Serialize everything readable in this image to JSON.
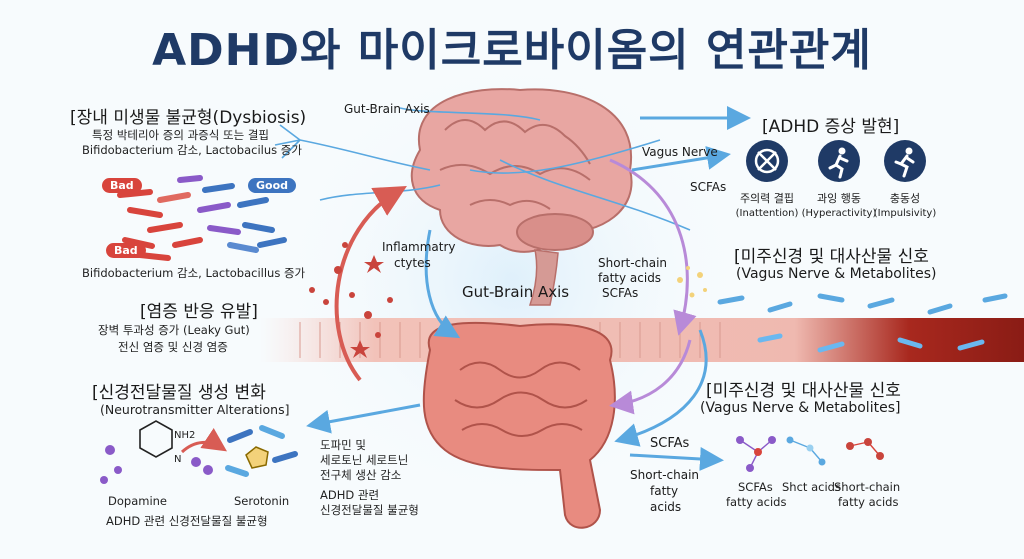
{
  "title": "ADHD와 마이크로바이옴의 연관관계",
  "dysbiosis": {
    "heading": "[장내 미생물 불균형(Dysbiosis)",
    "line1": "특정 박테리아 증의 과증식 또는 결핍",
    "line2": "Bifidobacterium 감소, Lactobacilus 증가",
    "bottom": "Bifidobacterium 감소, Lactobacillus 증가",
    "bad1": "Bad",
    "good": "Good",
    "bad2": "Bad"
  },
  "inflammation": {
    "heading": "[염증 반응 유발]",
    "line1": "장벽 투과성 증가 (Leaky Gut)",
    "line2": "전신 염증 및 신경 염증"
  },
  "neuro": {
    "heading": "[신경전달물질 생성 변화",
    "subheading": "(Neurotransmitter Alterations]",
    "nh2": "NH2",
    "n": "N",
    "dopamine": "Dopamine",
    "serotonin": "Serotonin",
    "bottom": "ADHD 관련 신경전달물질 불균형",
    "mid_line1": "도파민 및",
    "mid_line2": "세로토닌 세로트닌",
    "mid_line3": "전구체 생산 감소",
    "mid_line4": "ADHD 관련",
    "mid_line5": "신경전달물질 불균형"
  },
  "center": {
    "gut_brain_top": "Gut-Brain Axis",
    "gut_brain_mid": "Gut-Brain Axis",
    "inflammatory_line1": "Inflammatry",
    "inflammatory_line2": "ctytes",
    "scfa_line1": "Short-chain",
    "scfa_line2": "fatty acids",
    "scfa_line3": "SCFAs"
  },
  "symptoms": {
    "heading": "[ADHD 증상 발현]",
    "vagus_label": "Vagus Nerve",
    "scfas_label": "SCFAs",
    "items": [
      {
        "icon": "attention-icon",
        "ko": "주의력 결핍",
        "en": "(Inattention)"
      },
      {
        "icon": "running-person-icon",
        "ko": "과잉 행동",
        "en": "(Hyperactivity)"
      },
      {
        "icon": "impulsive-person-icon",
        "ko": "충동성",
        "en": "(Impulsivity)"
      }
    ]
  },
  "vagus_upper": {
    "heading": "[미주신경 및 대사산물 신호",
    "subheading": "(Vagus Nerve & Metabolites)"
  },
  "vagus_lower": {
    "heading": "[미주신경 및 대사산물 신호",
    "subheading": "(Vagus Nerve & Metabolites]",
    "scfas": "SCFAs",
    "sc_line1": "Short-chain",
    "sc_line2": "fatty",
    "sc_line3": "acids"
  },
  "molecules": {
    "a_line1": "SCFAs",
    "a_line2": "fatty acids",
    "b_line1": "Shct acids",
    "c_line1": "Short-chain",
    "c_line2": "fatty acids"
  },
  "colors": {
    "title": "#1f3a66",
    "brain": "#e8a6a2",
    "gut": "#e88b80",
    "nerve": "#5aa8e0",
    "bad": "#d8443c",
    "good": "#3d74c0"
  }
}
